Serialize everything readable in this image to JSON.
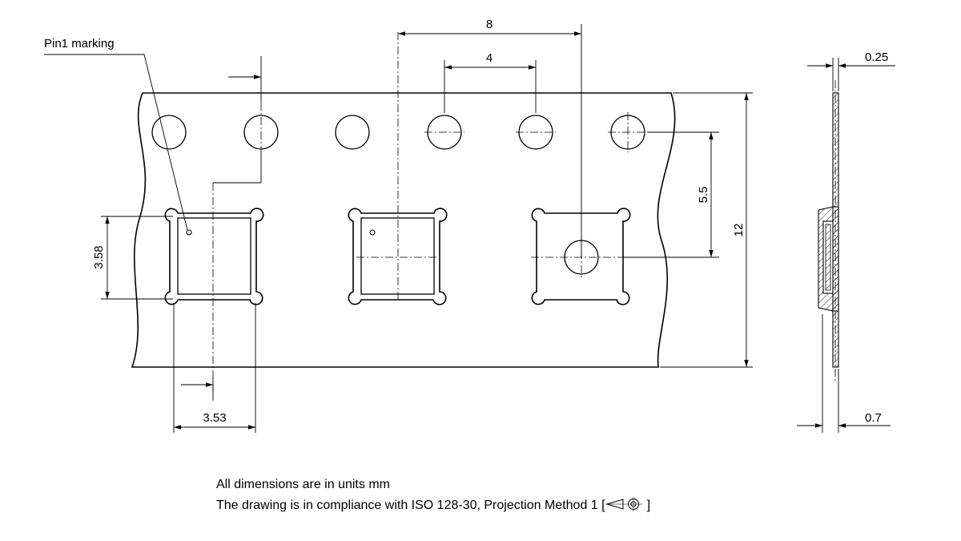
{
  "labels": {
    "pin1_marking": "Pin1 marking",
    "pitch": "8",
    "hole_pitch": "4",
    "hole_offset": "5.5",
    "tape_width": "12",
    "pocket_height": "3.58",
    "pocket_width": "3.53",
    "tape_thickness": "0.25",
    "total_thickness": "0.7"
  },
  "notes": {
    "line1": "All dimensions are in units mm",
    "line2": "The drawing is in compliance with ISO 128-30, Projection Method 1 ["
  }
}
